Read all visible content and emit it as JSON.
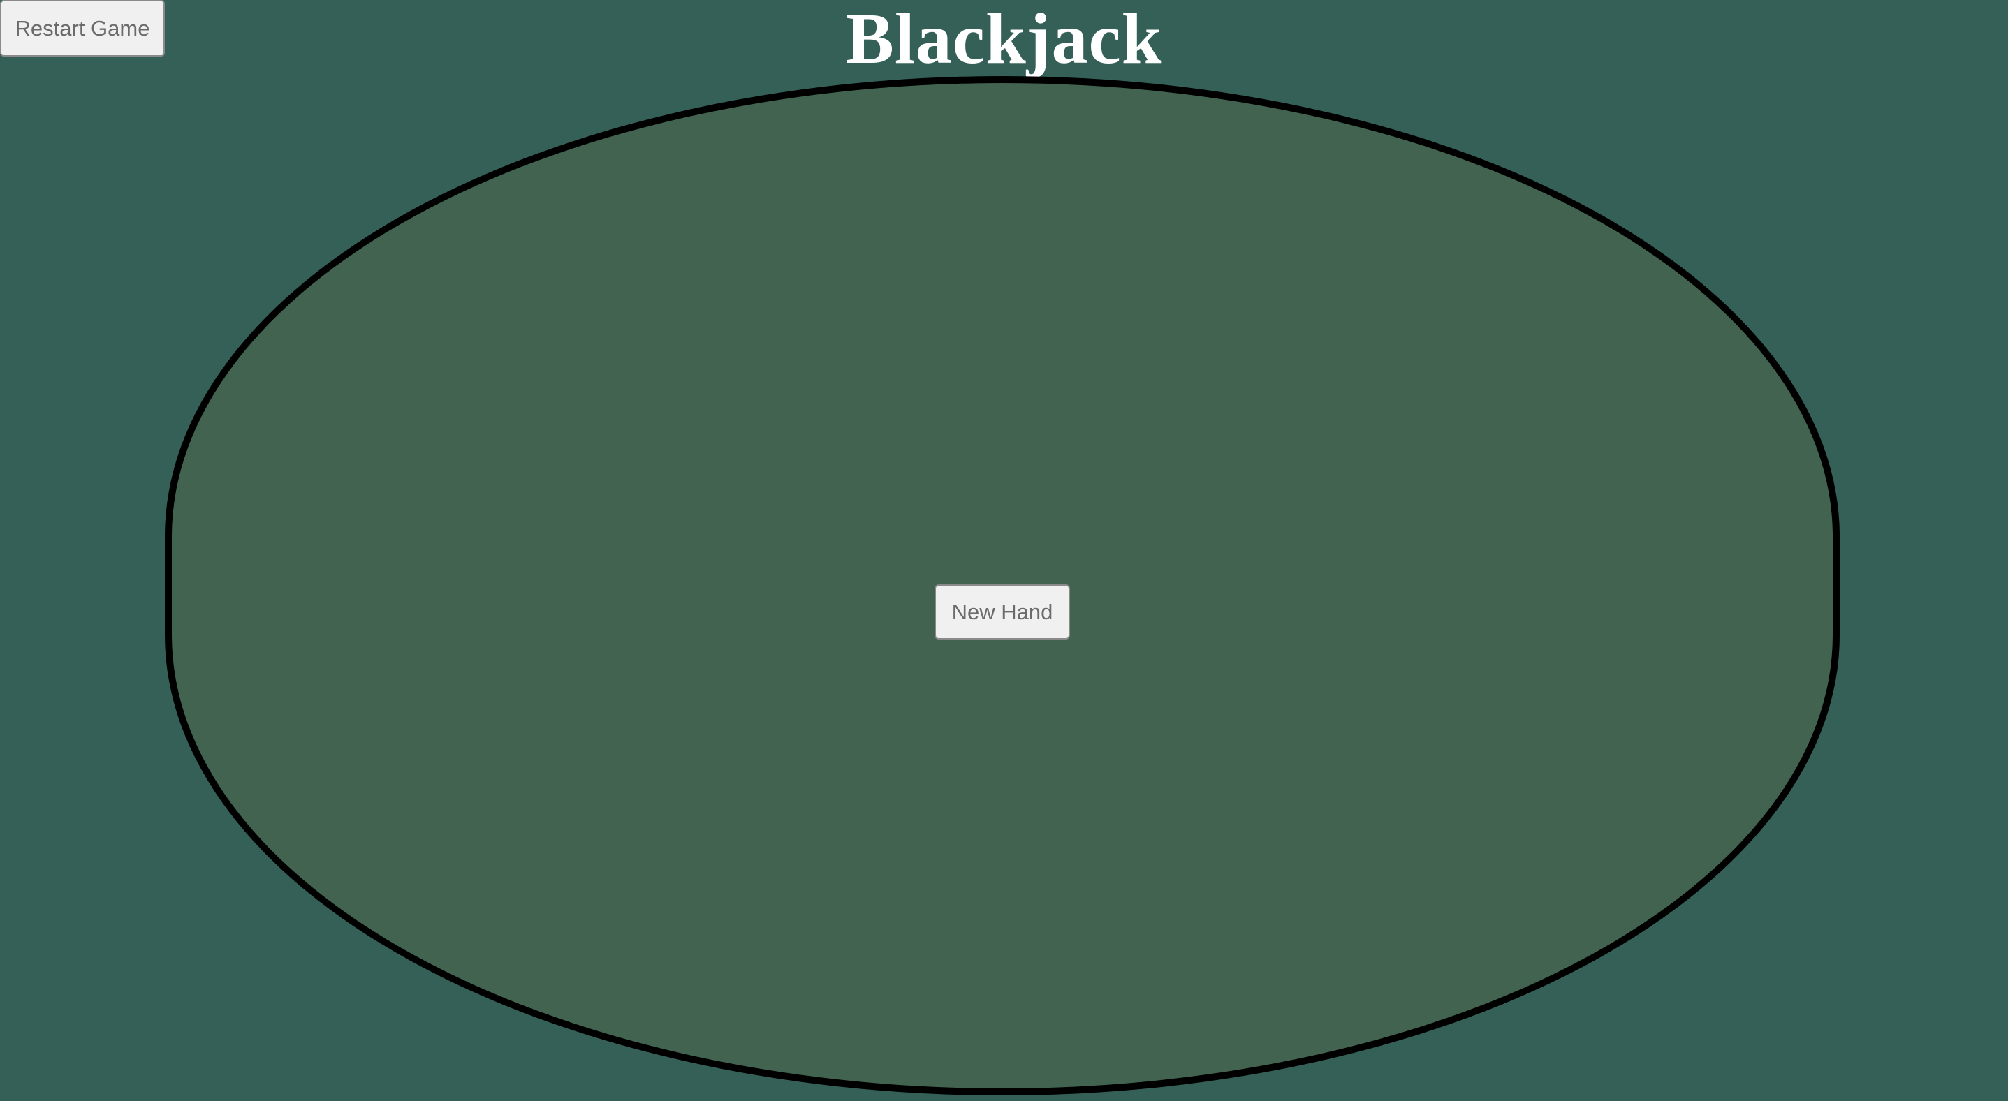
{
  "header": {
    "title": "Blackjack",
    "restart_label": "Restart Game"
  },
  "table": {
    "new_hand_label": "New Hand"
  },
  "colors": {
    "background": "#346057",
    "felt": "#426350",
    "table_border": "#000000",
    "title_text": "#ffffff",
    "button_bg": "#f0f0f0",
    "button_text": "#6b6b6b"
  }
}
